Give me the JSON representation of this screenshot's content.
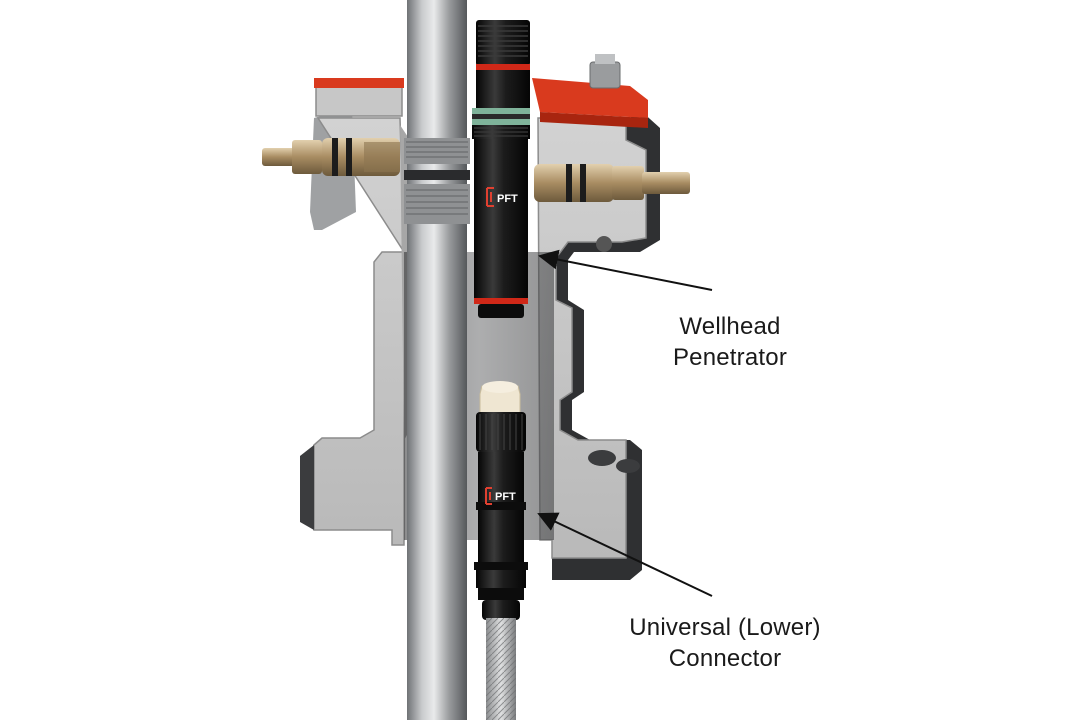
{
  "labels": {
    "wellhead_line1": "Wellhead",
    "wellhead_line2": "Penetrator",
    "lower_line1": "Universal (Lower)",
    "lower_line2": "Connector"
  },
  "brand": "PFT",
  "colors": {
    "background": "#ffffff",
    "steel_section": "#c9c9c9",
    "flange_red": "#d93a1e",
    "connector_black": "#141414",
    "brass": "#b39a72",
    "red_band": "#d02818",
    "green_band": "#7fb39a",
    "arrow": "#111111"
  }
}
